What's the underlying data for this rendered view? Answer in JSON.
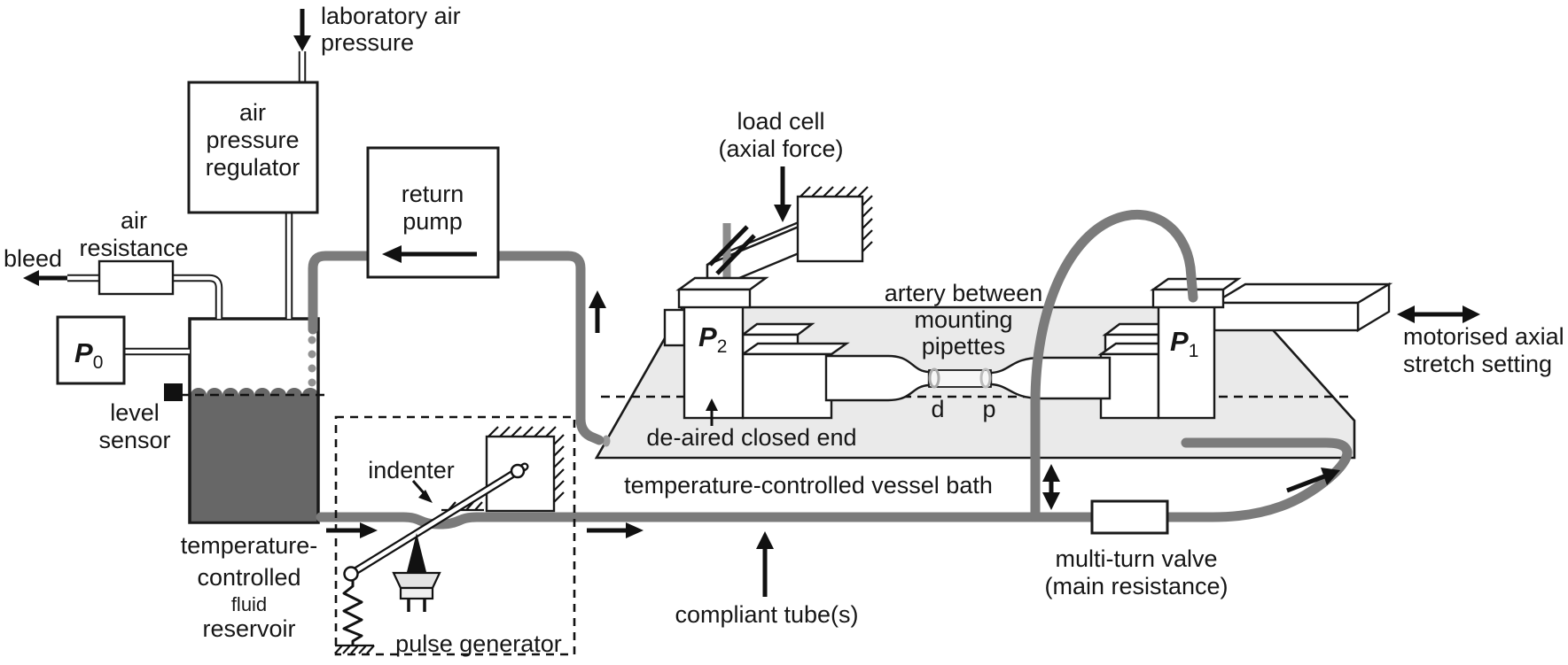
{
  "colors": {
    "ink": "#1a1a1a",
    "tube_gray": "#7b7b7b",
    "fluid_gray": "#676767",
    "bath_fill": "#eaeaea",
    "artery_fill": "#f6f6f6",
    "rod_gray": "#8c8c8c"
  },
  "air_supply": {
    "line1": "laboratory air",
    "line2": "pressure"
  },
  "regulator": {
    "line1": "air",
    "line2": "pressure",
    "line3": "regulator"
  },
  "air_resistance": {
    "line1": "air",
    "line2": "resistance"
  },
  "bleed": {
    "label": "bleed"
  },
  "gauges": {
    "p0": {
      "letter": "P",
      "sub": "0"
    },
    "p1": {
      "letter": "P",
      "sub": "1"
    },
    "p2": {
      "letter": "P",
      "sub": "2"
    }
  },
  "level_sensor": {
    "line1": "level",
    "line2": "sensor"
  },
  "reservoir": {
    "line1": "temperature-",
    "line2": "controlled",
    "line3": "fluid",
    "line4": "reservoir"
  },
  "return_pump": {
    "line1": "return",
    "line2": "pump"
  },
  "pulse_generator": {
    "label": "pulse generator",
    "indenter": "indenter"
  },
  "load_cell": {
    "line1": "load cell",
    "line2": "(axial force)"
  },
  "artery": {
    "line1": "artery between",
    "line2": "mounting",
    "line3": "pipettes",
    "d": "d",
    "p": "p"
  },
  "bath": {
    "deaired": "de-aired closed end",
    "label": "temperature-controlled vessel bath"
  },
  "compliant_tube": {
    "label": "compliant tube(s)"
  },
  "valve": {
    "line1": "multi-turn valve",
    "line2": "(main resistance)"
  },
  "stretch": {
    "line1": "motorised axial",
    "line2": "stretch setting"
  }
}
